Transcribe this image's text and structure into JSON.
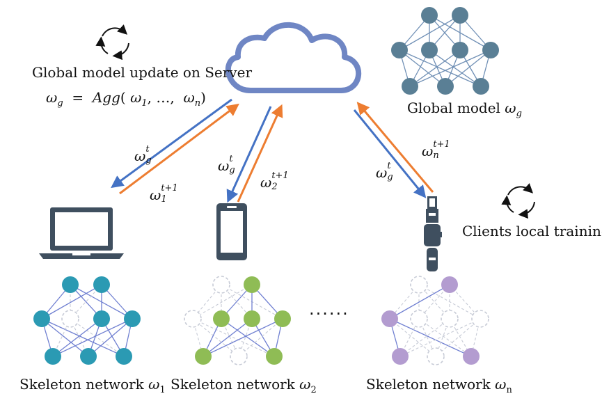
{
  "server": {
    "title": "Global model update on Server",
    "formula": "ω_g = Agg(ω_1, …, ω_n)",
    "global_model_label": "Global model ω_g",
    "global_model_text": "Global model ",
    "omega": "ω",
    "g": "g"
  },
  "clients": {
    "training_label": "Clients local training",
    "devices": [
      {
        "device": "laptop",
        "label_text": "Skeleton network ",
        "sub": "1",
        "color": "#2b9ab3",
        "upload": "t+1",
        "upload_sub": "1"
      },
      {
        "device": "phone",
        "label_text": "Skeleton network ",
        "sub": "2",
        "color": "#8fbc55",
        "upload": "t+1",
        "upload_sub": "2"
      },
      {
        "device": "watch",
        "label_text": "Skeleton network ",
        "sub": "n",
        "color": "#b39cd0",
        "upload": "t+1",
        "upload_sub": "n"
      }
    ],
    "ellipsis": "......"
  },
  "arrows": {
    "download_label_sup": "t",
    "download_label_sub": "g",
    "download_color": "#4472c4",
    "upload_color": "#ed7d31"
  },
  "colors": {
    "cloud": "#6f86c4",
    "global_node": "#5a7f95",
    "device": "#3f4f5f",
    "edge": "#6f7fd1",
    "dashed": "#c7cbd6"
  }
}
